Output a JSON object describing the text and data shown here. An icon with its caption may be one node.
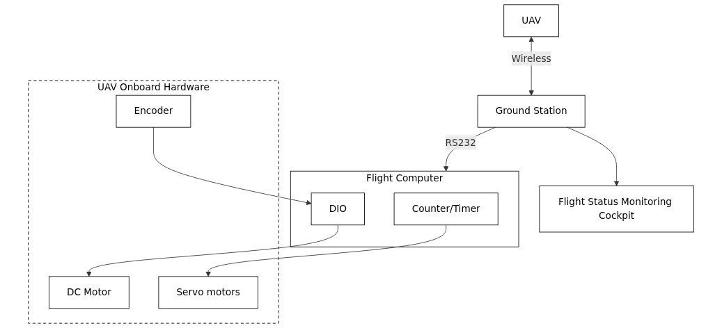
{
  "diagram": {
    "nodes": [
      {
        "text": [
          "UAV"
        ]
      },
      {
        "text": [
          "Flight Computer"
        ]
      },
      {
        "text": [
          "Counter/Timer"
        ],
        "in": 1
      },
      {
        "text": [
          "DIO"
        ],
        "in": 1
      },
      {
        "text": [
          "Ground Station"
        ]
      },
      {
        "text": [
          "UAV Onboard Hardware"
        ]
      },
      {
        "text": [
          "Servo motors"
        ],
        "in": 5
      },
      {
        "text": [
          "DC Motor"
        ],
        "in": 5
      },
      {
        "text": [
          "Encoder"
        ],
        "in": 5
      },
      {
        "text": [
          "Flight Status Monitoring Cockpit"
        ]
      }
    ],
    "edges": [
      {
        "from": 0,
        "to": 4,
        "arrow": "both",
        "label": "Wireless"
      },
      {
        "from": 4,
        "to": 1,
        "arrow": "to",
        "label": "RS232"
      },
      {
        "from": 2,
        "to": 6,
        "arrow": "to"
      },
      {
        "from": 3,
        "to": 7,
        "arrow": "to"
      },
      {
        "from": 8,
        "to": 3,
        "arrow": "to"
      },
      {
        "from": 4,
        "to": 9,
        "arrow": "to"
      }
    ]
  }
}
